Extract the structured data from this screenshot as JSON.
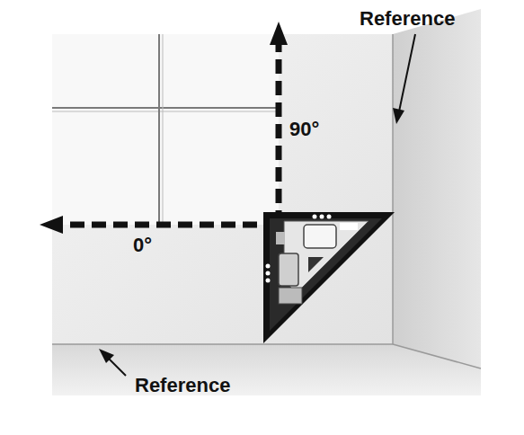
{
  "diagram": {
    "labels": [
      "Reference",
      "90°",
      "0°",
      "Reference"
    ]
  }
}
